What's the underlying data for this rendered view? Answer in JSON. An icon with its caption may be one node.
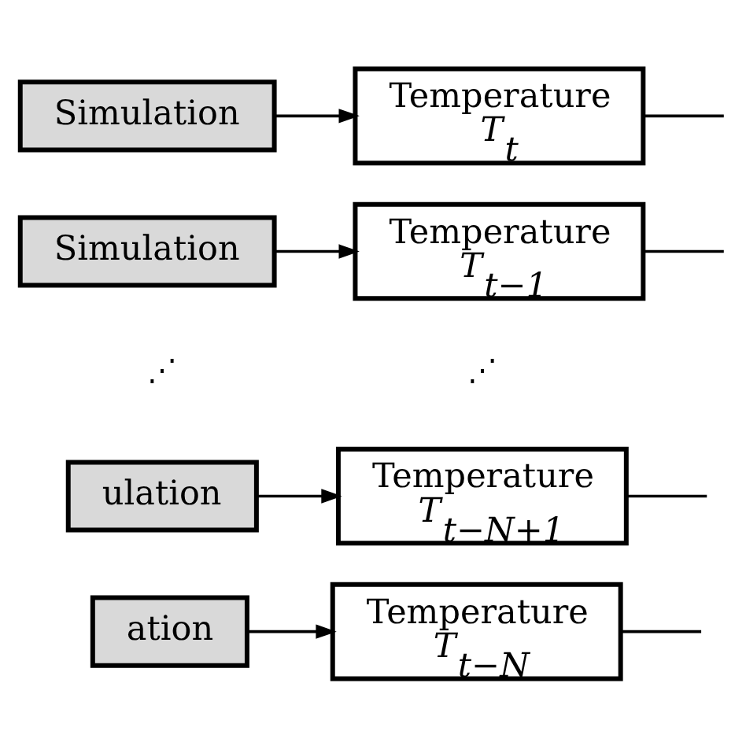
{
  "diagram": {
    "nodes": [
      {
        "text": [
          "Simulation"
        ]
      },
      {
        "text": [
          "Temperature",
          "T$_{t}$"
        ]
      },
      {
        "text": [
          "Simulation"
        ]
      },
      {
        "text": [
          "Temperature",
          "T$_{t−1}$"
        ]
      },
      {
        "text": [
          "ulation"
        ]
      },
      {
        "text": [
          "Temperature",
          "T$_{t−N+1}$"
        ]
      },
      {
        "text": [
          "ation"
        ]
      },
      {
        "text": [
          "Temperature",
          "T$_{t−N}$"
        ]
      }
    ],
    "edges": [
      {
        "from": 0,
        "to": 1,
        "arrow": "to"
      },
      {
        "from": 1,
        "to": null,
        "arrow": "none"
      },
      {
        "from": 2,
        "to": 3,
        "arrow": "to"
      },
      {
        "from": 3,
        "to": null,
        "arrow": "none"
      },
      {
        "from": 4,
        "to": 5,
        "arrow": "to"
      },
      {
        "from": 5,
        "to": null,
        "arrow": "none"
      },
      {
        "from": 6,
        "to": 7,
        "arrow": "to"
      },
      {
        "from": 7,
        "to": null,
        "arrow": "none"
      }
    ],
    "labels": [
      "⋰",
      "⋰"
    ]
  }
}
